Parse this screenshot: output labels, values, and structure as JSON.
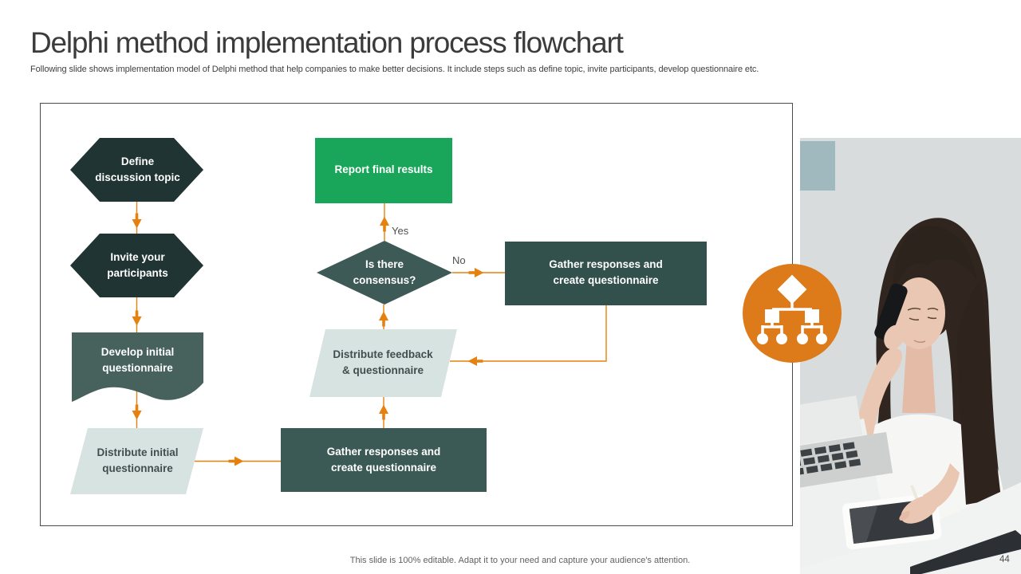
{
  "slide": {
    "title": "Delphi method implementation process flowchart",
    "subtitle": "Following slide shows implementation model of Delphi method that help companies to make better decisions. It include steps such as define topic, invite participants, develop questionnaire etc.",
    "footer_note": "This slide is 100% editable. Adapt it to your need and capture your audience's attention.",
    "page_number": "44"
  },
  "flowchart": {
    "nodes": [
      {
        "id": "define-discussion-topic",
        "shape": "hexagon",
        "label": "Define\ndiscussion topic"
      },
      {
        "id": "invite-your-participants",
        "shape": "hexagon",
        "label": "Invite your\nparticipants"
      },
      {
        "id": "develop-initial-questionnaire",
        "shape": "document",
        "label": "Develop initial\nquestionnaire"
      },
      {
        "id": "distribute-initial-questionnaire",
        "shape": "parallelogram",
        "label": "Distribute initial\nquestionnaire"
      },
      {
        "id": "gather-responses-bottom",
        "shape": "rectangle",
        "label": "Gather responses and\ncreate questionnaire"
      },
      {
        "id": "distribute-feedback-questionnaire",
        "shape": "parallelogram",
        "label": "Distribute feedback\n& questionnaire"
      },
      {
        "id": "is-there-consensus",
        "shape": "diamond",
        "label": "Is there\nconsensus?"
      },
      {
        "id": "report-final-results",
        "shape": "rectangle",
        "label": "Report final results"
      },
      {
        "id": "gather-responses-right",
        "shape": "rectangle",
        "label": "Gather responses and\ncreate questionnaire"
      }
    ],
    "edge_labels": {
      "yes": "Yes",
      "no": "No"
    },
    "colors": {
      "hexagon_dark": "#203433",
      "diamond": "#3d5a57",
      "box_dark": "#3c5a55",
      "box_dark_right": "#32504c",
      "document_dark": "#47625d",
      "parallelogram_light": "#d6e3e1",
      "box_green": "#1aa65a",
      "arrow_orange": "#e6800f"
    }
  },
  "decor": {
    "circle_icon": {
      "name": "org-chart-flow-icon",
      "background": "#dd7b1a"
    }
  }
}
